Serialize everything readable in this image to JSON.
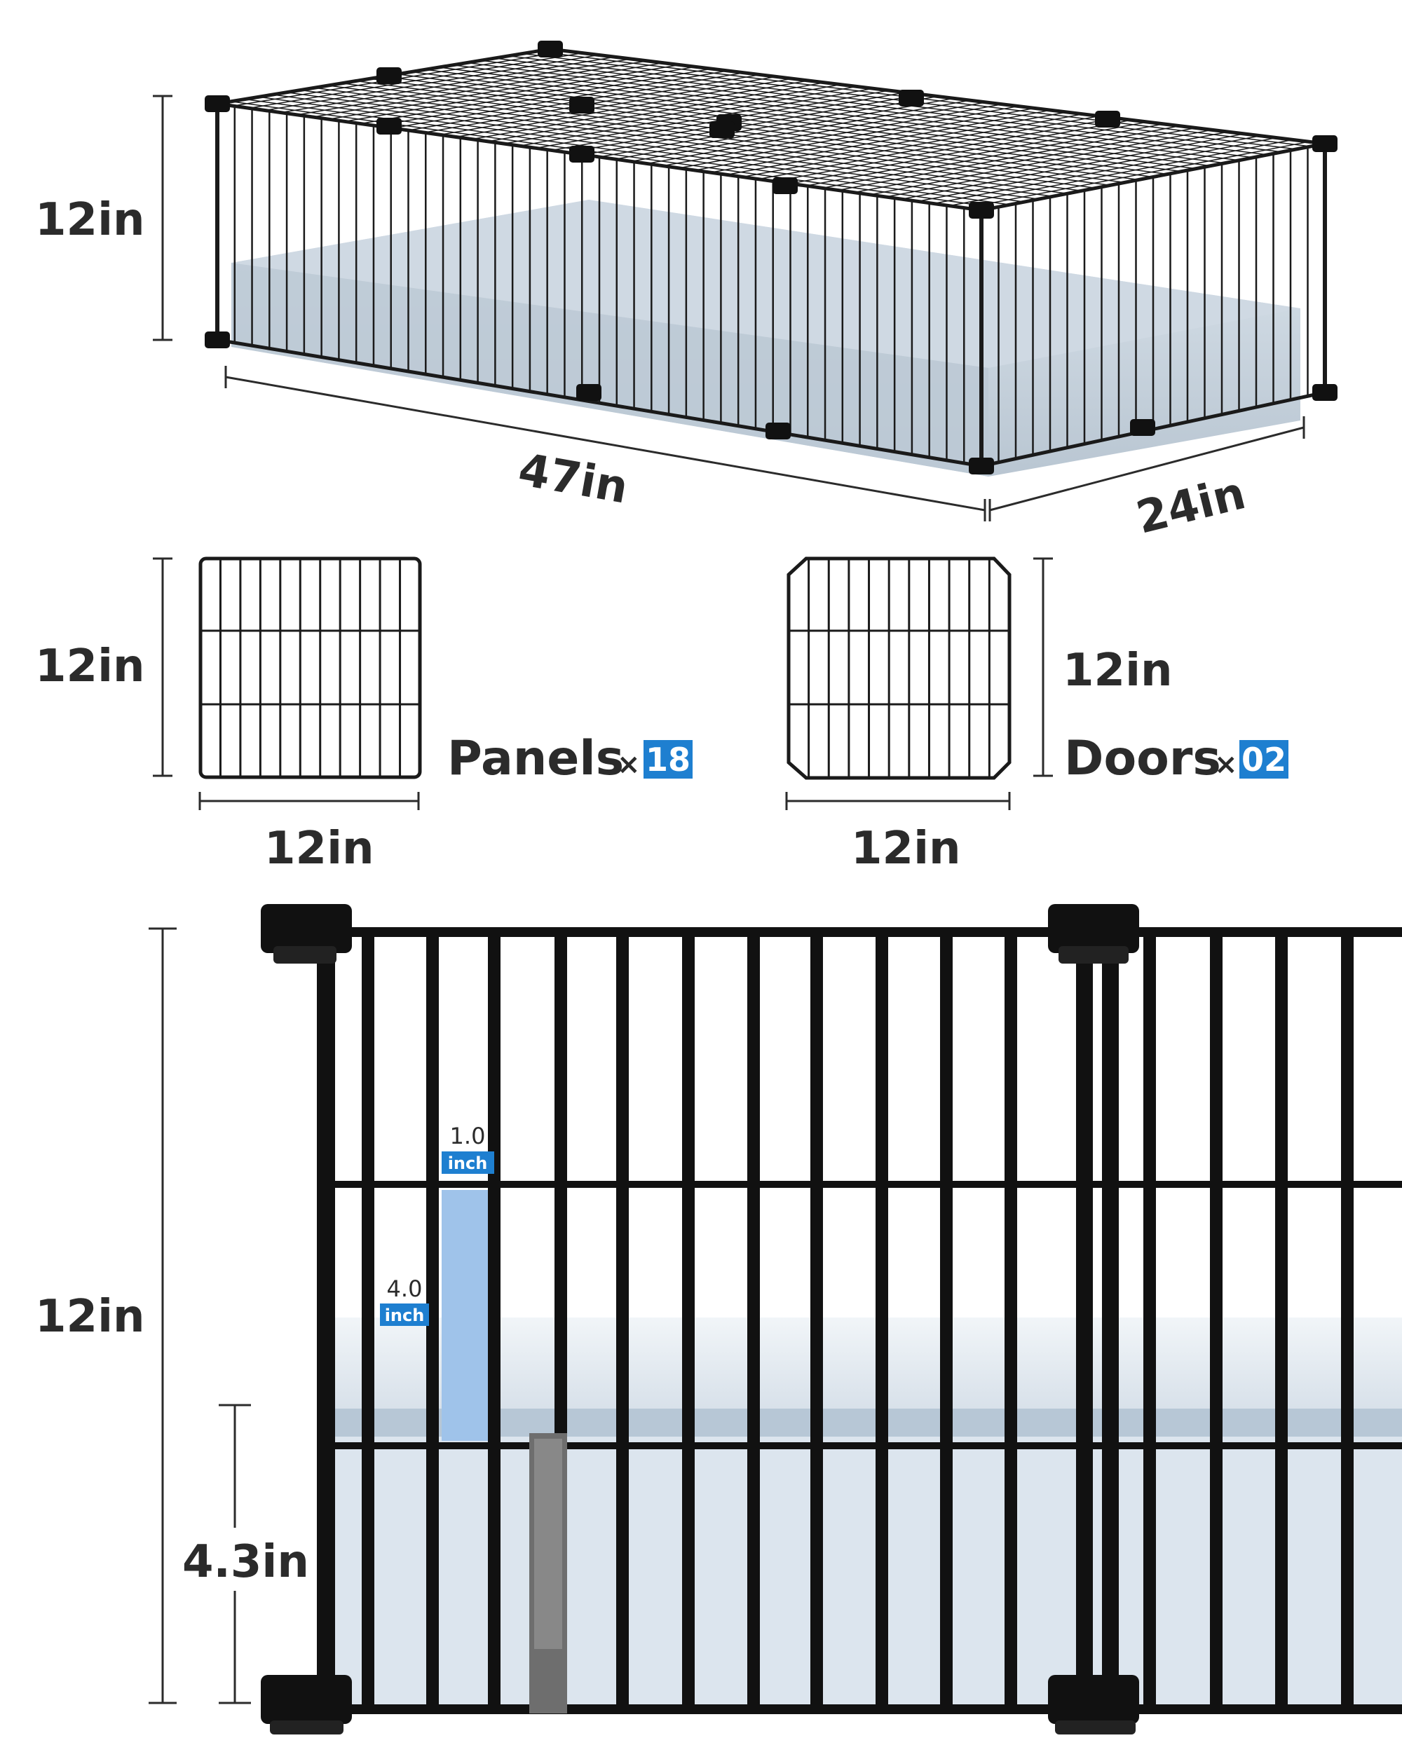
{
  "cage": {
    "height_label": "12in",
    "length_label": "47in",
    "width_label": "24in"
  },
  "panel": {
    "height_label": "12in",
    "width_label": "12in",
    "name": "Panels",
    "times": "×",
    "count": "18"
  },
  "door": {
    "height_label": "12in",
    "width_label": "12in",
    "name": "Doors",
    "times": "×",
    "count": "02"
  },
  "closeup": {
    "height_label": "12in",
    "base_height_label": "4.3in",
    "gap_width_value": "1.0",
    "gap_width_unit": "inch",
    "gap_height_value": "4.0",
    "gap_height_unit": "inch"
  },
  "colors": {
    "accent": "#1e7fd0",
    "wire": "#1a1a1a",
    "tray": "#c9d5e0",
    "highlight": "#9fc3ea"
  }
}
